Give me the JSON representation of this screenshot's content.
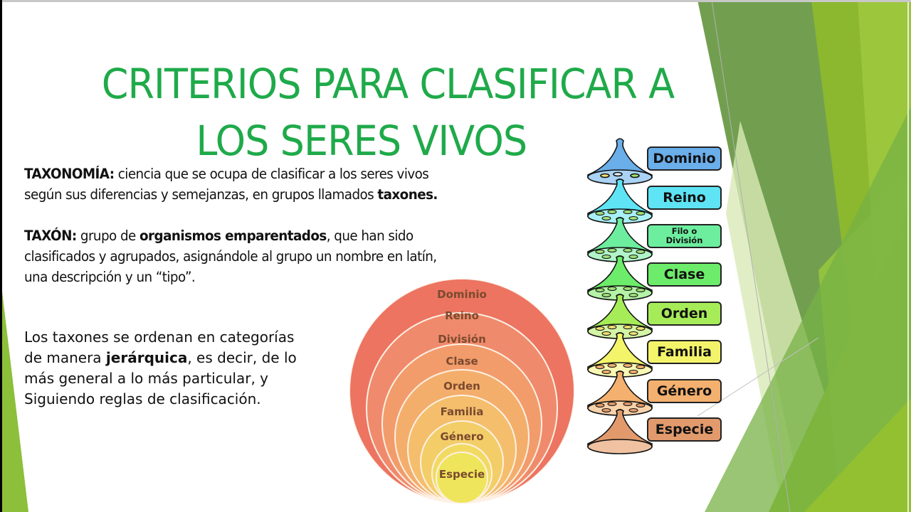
{
  "slide": {
    "title_line1": "CRITERIOS PARA CLASIFICAR A",
    "title_line2": "LOS SERES VIVOS",
    "title_color": "#1faa4a",
    "taxonomia": {
      "term": "TAXONOMÍA:",
      "text_a": " ciencia que se ocupa de clasificar a los seres vivos",
      "text_b": "según sus diferencias y semejanzas, en grupos llamados ",
      "bold_end": "taxones."
    },
    "taxon": {
      "term": "TAXÓN:",
      "text_a": " grupo de ",
      "bold_mid": "organismos emparentados",
      "text_b": ", que han sido",
      "line2": "clasificados y agrupados, asignándole al grupo un nombre en latín,",
      "line3": "una descripción y un “tipo”."
    },
    "jerarquia": {
      "line1": "Los taxones se ordenan en categorías",
      "line2_a": "de manera ",
      "line2_bold": "jerárquica",
      "line2_b": ", es decir, de lo",
      "line3": "más general a lo más particular, y",
      "line4": "Siguiendo reglas de clasificación."
    }
  },
  "nested_circles": {
    "levels": [
      "Dominio",
      "Reino",
      "División",
      "Clase",
      "Orden",
      "Familia",
      "Género",
      "Especie"
    ],
    "colors": [
      "#ec7461",
      "#f08a6c",
      "#f29c6c",
      "#f4ae6c",
      "#f4be6c",
      "#f3cd68",
      "#f2da62",
      "#efe55c"
    ]
  },
  "taxonomy_stack": {
    "levels": [
      {
        "label": "Dominio",
        "color": "#6aaeea",
        "dish": "#a9d2f4"
      },
      {
        "label": "Reino",
        "color": "#5ee4f4",
        "dish": "#a8f0f6"
      },
      {
        "label_line1": "Filo o",
        "label_line2": "División",
        "color": "#6cee9e",
        "dish": "#b0f4c8"
      },
      {
        "label": "Clase",
        "color": "#6cec6a",
        "dish": "#b4f2a6"
      },
      {
        "label": "Orden",
        "color": "#a6ec58",
        "dish": "#d4f4a6"
      },
      {
        "label": "Familia",
        "color": "#f4f46a",
        "dish": "#f8f8b4"
      },
      {
        "label": "Género",
        "color": "#f4b06e",
        "dish": "#f8d2aa"
      },
      {
        "label": "Especie",
        "color": "#e29a6c",
        "dish": "#f0c2a2"
      }
    ]
  }
}
